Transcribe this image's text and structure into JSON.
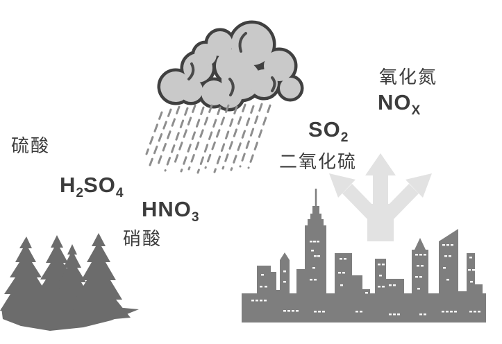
{
  "labels": {
    "sulfuric_acid_name": "硫酸",
    "sulfuric_acid_formula": {
      "b1": "H",
      "s1": "2",
      "b2": "SO",
      "s2": "4"
    },
    "nitric_acid_formula": {
      "b1": "HNO",
      "s1": "3"
    },
    "nitric_acid_name": "硝酸",
    "sulfur_dioxide_formula": {
      "b1": "SO",
      "s1": "2"
    },
    "sulfur_dioxide_name": "二氧化硫",
    "nitrogen_oxides_name": "氧化氮",
    "nitrogen_oxides_formula": {
      "b1": "NO",
      "s1": "X"
    }
  },
  "icons": {
    "cloud": "rain-cloud-icon",
    "rain": "rain-streaks-icon",
    "forest": "pine-forest-icon",
    "city": "city-skyline-icon",
    "emission": "three-way-up-arrow-icon"
  },
  "colors": {
    "background": "#ffffff",
    "text": "#3c3c3c",
    "cloud_fill": "#c9c9c9",
    "cloud_outline": "#404040",
    "rain": "#8e8e8e",
    "forest": "#6c6c6c",
    "city": "#7e7e7e",
    "city_windows": "#ffffff",
    "emission_arrow": "#e2e2e2"
  }
}
